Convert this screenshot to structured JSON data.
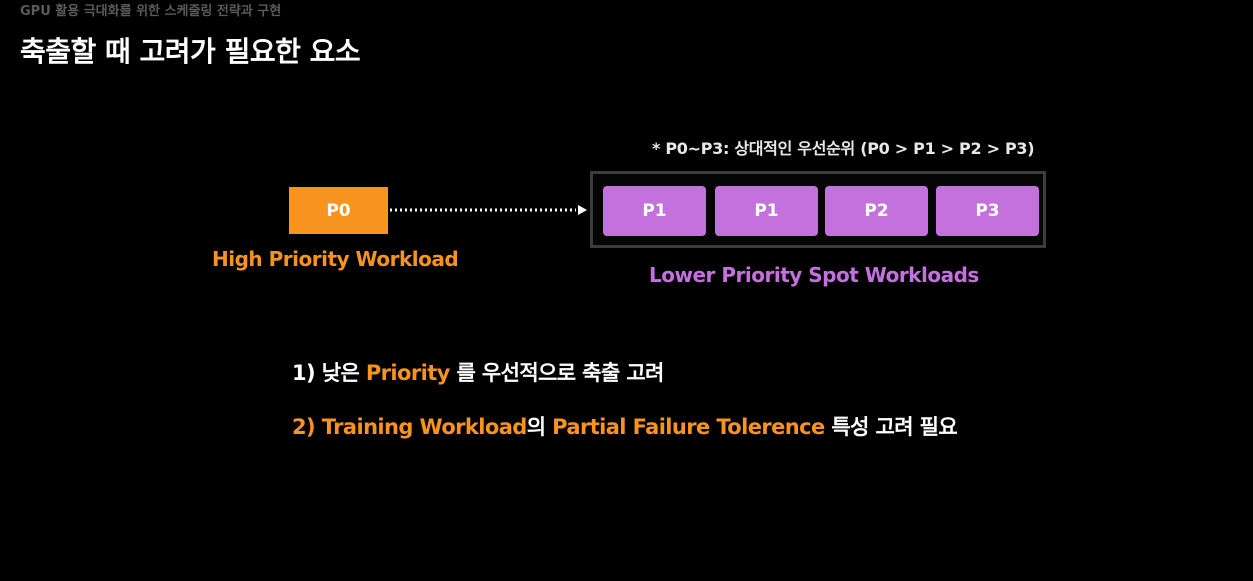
{
  "header": {
    "subtitle": "GPU 활용 극대화를 위한 스케줄링 전략과 구현",
    "title": "축출할 때 고려가 필요한 요소"
  },
  "diagram": {
    "footnote": "* P0~P3: 상대적인 우선순위 (P0 > P1 > P2 > P3)",
    "high_priority": {
      "box_label": "P0",
      "caption": "High Priority Workload",
      "color": "#f7931e"
    },
    "lower_priority": {
      "boxes": [
        "P1",
        "P1",
        "P2",
        "P3"
      ],
      "caption": "Lower Priority Spot Workloads",
      "color": "#c571dd"
    },
    "arrow_icon": "dotted-arrow-right-icon"
  },
  "considerations": [
    {
      "prefix": "1) 낮은 ",
      "highlight": "Priority",
      "suffix": " 를 우선적으로 축출 고려"
    },
    {
      "prefix_hl": "2) Training Workload",
      "middle": "의 ",
      "highlight": "Partial Failure Tolerence",
      "suffix": " 특성 고려 필요"
    }
  ],
  "colors": {
    "background": "#000000",
    "accent_orange": "#f7931e",
    "accent_purple": "#c571dd",
    "group_border": "#3c3c3c"
  }
}
